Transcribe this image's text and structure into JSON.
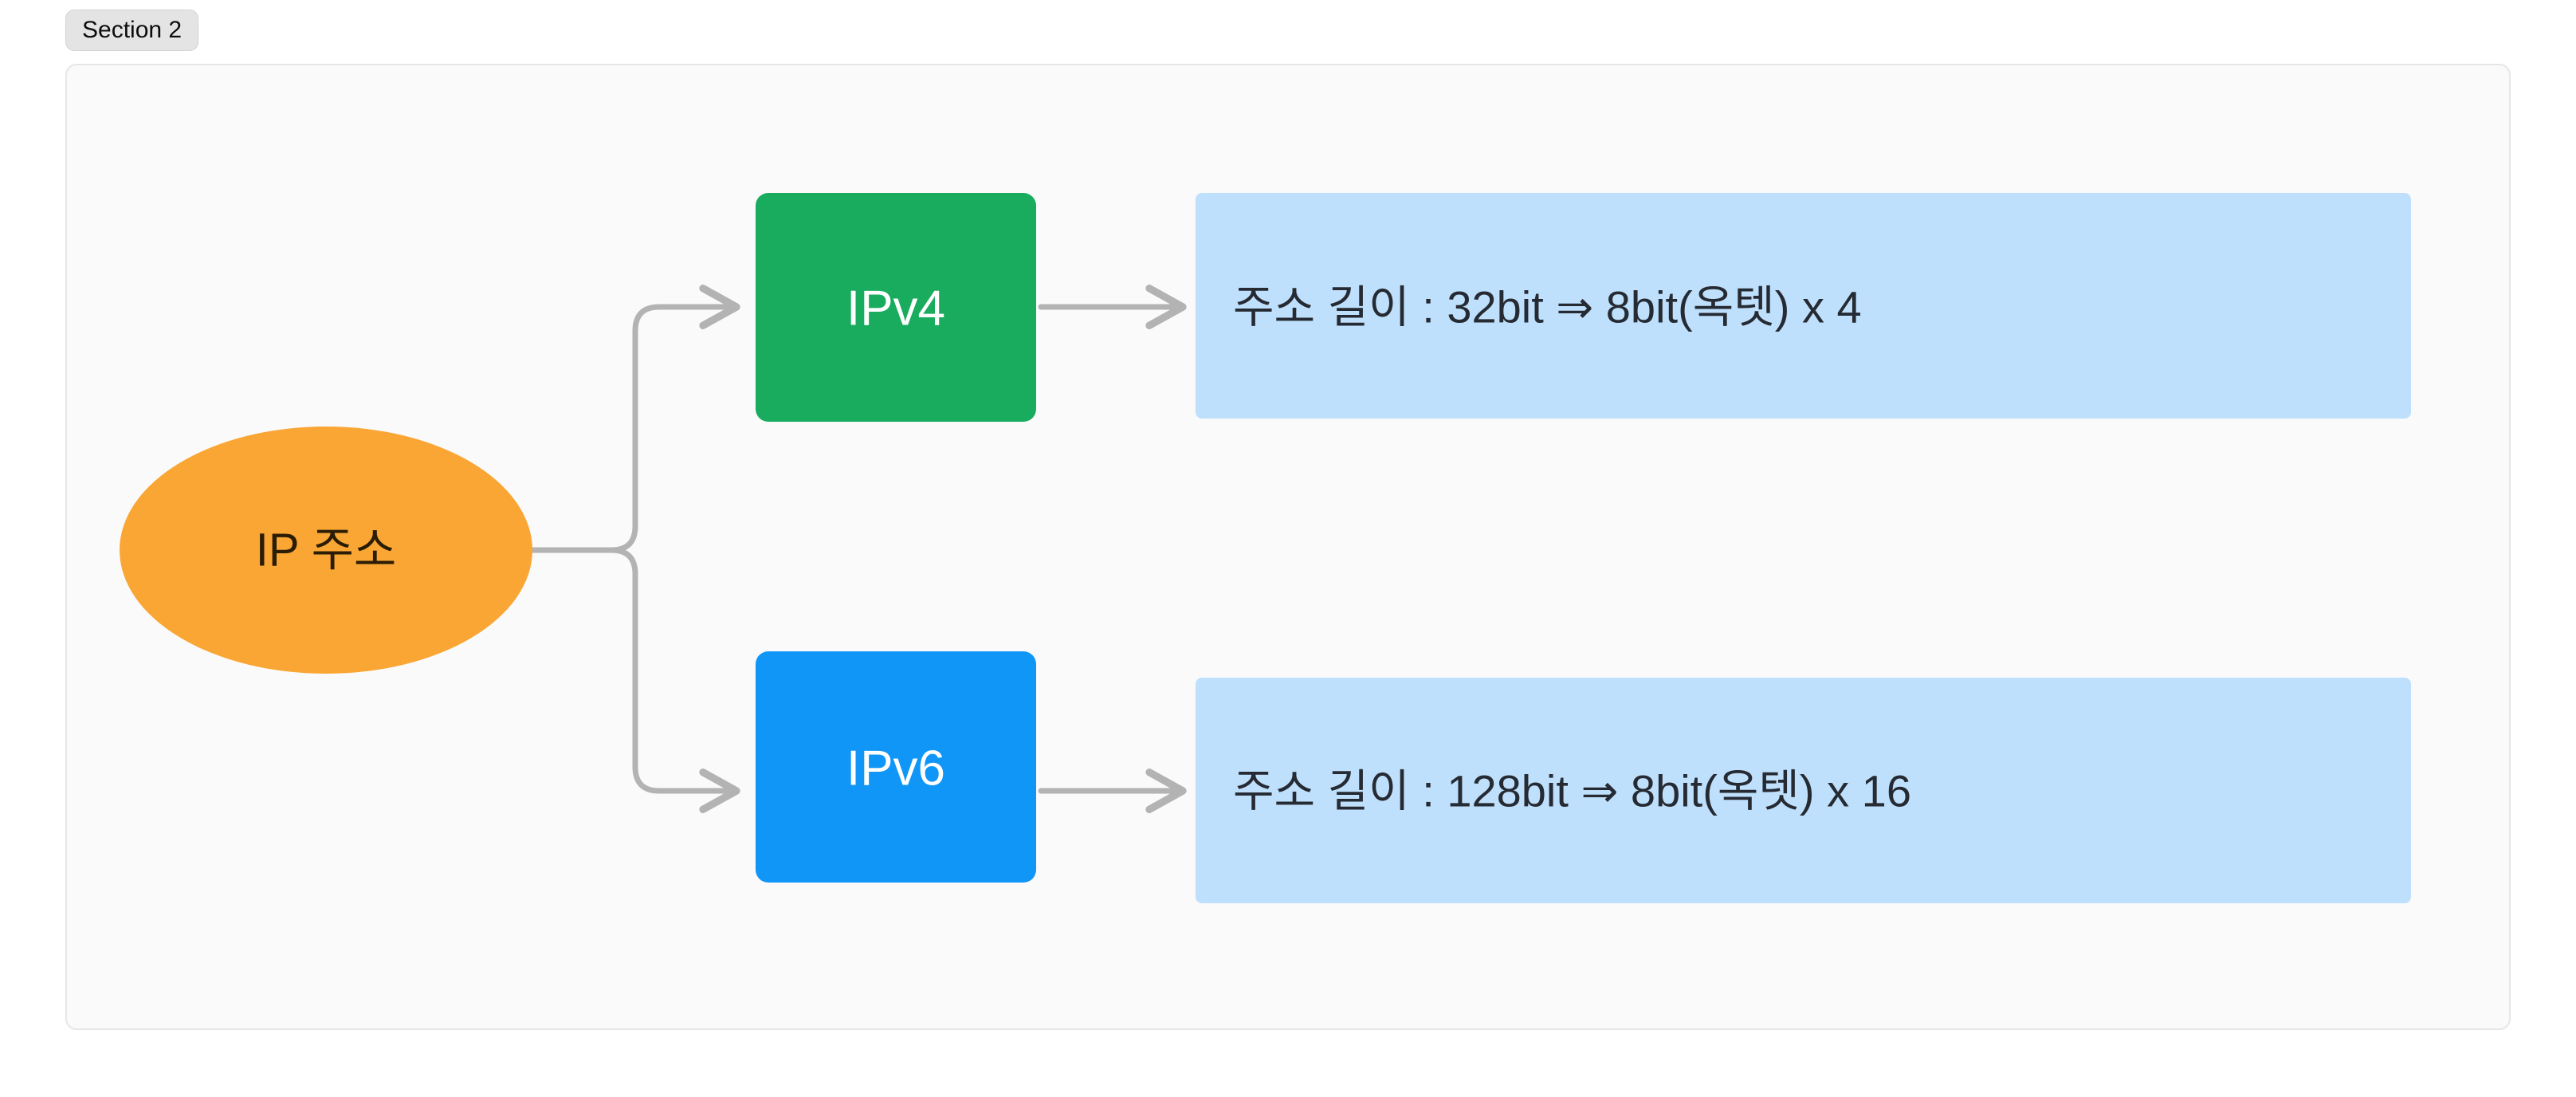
{
  "badge": {
    "label": "Section 2"
  },
  "colors": {
    "page_background": "#ffffff",
    "card_background": "#fafafa",
    "card_border": "#e6e6e6",
    "badge_background": "#e4e4e4",
    "root_node": "#faa634",
    "root_node_text": "#2b1d05",
    "ipv4_node": "#19ac5e",
    "ipv6_node": "#0f96f7",
    "node_text": "#ffffff",
    "info_box": "#bfe0fc",
    "info_text": "#262b33",
    "connector": "#b3b3b3"
  },
  "diagram": {
    "type": "flow-tree",
    "root": {
      "id": "ip-address",
      "shape": "ellipse",
      "label": "IP 주소"
    },
    "branches": [
      {
        "id": "ipv4",
        "shape": "rounded-rect",
        "label": "IPv4",
        "color": "#19ac5e",
        "detail": {
          "id": "ipv4-detail",
          "shape": "rounded-rect",
          "label": "주소 길이 : 32bit ⇒ 8bit(옥텟) x 4",
          "color": "#bfe0fc"
        }
      },
      {
        "id": "ipv6",
        "shape": "rounded-rect",
        "label": "IPv6",
        "color": "#0f96f7",
        "detail": {
          "id": "ipv6-detail",
          "shape": "rounded-rect",
          "label": "주소 길이 : 128bit ⇒ 8bit(옥텟) x 16",
          "color": "#bfe0fc"
        }
      }
    ],
    "connectors": [
      {
        "id": "root-to-ipv4",
        "from": "ip-address",
        "to": "ipv4",
        "style": "elbow-arrow"
      },
      {
        "id": "root-to-ipv6",
        "from": "ip-address",
        "to": "ipv6",
        "style": "elbow-arrow"
      },
      {
        "id": "ipv4-to-detail",
        "from": "ipv4",
        "to": "ipv4-detail",
        "style": "straight-arrow"
      },
      {
        "id": "ipv6-to-detail",
        "from": "ipv6",
        "to": "ipv6-detail",
        "style": "straight-arrow"
      }
    ]
  }
}
